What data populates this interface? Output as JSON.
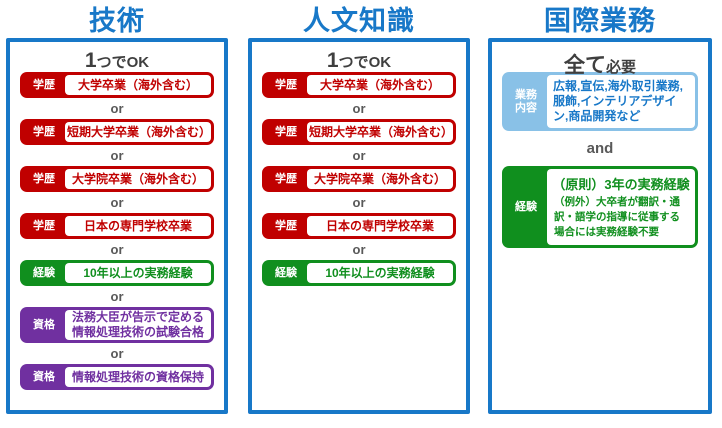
{
  "colors": {
    "blue": "#1878c8",
    "red": "#c00000",
    "green": "#108f1e",
    "purple": "#7030a0",
    "light_blue": "#89c1e7",
    "header_text": "#3f3f3f",
    "separator_text": "#595959"
  },
  "columns": [
    {
      "title": "技術",
      "header_big": "1",
      "header_small": "つでOK",
      "separator": "or",
      "items": [
        {
          "label": "学歴",
          "text": "大学卒業（海外含む）",
          "color": "red"
        },
        {
          "label": "学歴",
          "text": "短期大学卒業（海外含む）",
          "color": "red"
        },
        {
          "label": "学歴",
          "text": "大学院卒業（海外含む）",
          "color": "red"
        },
        {
          "label": "学歴",
          "text": "日本の専門学校卒業",
          "color": "red"
        },
        {
          "label": "経験",
          "text": "10年以上の実務経験",
          "color": "green"
        },
        {
          "label": "資格",
          "text": "法務大臣が告示で定める\n情報処理技術の試験合格",
          "color": "purple"
        },
        {
          "label": "資格",
          "text": "情報処理技術の資格保持",
          "color": "purple"
        }
      ]
    },
    {
      "title": "人文知識",
      "header_big": "1",
      "header_small": "つでOK",
      "separator": "or",
      "items": [
        {
          "label": "学歴",
          "text": "大学卒業（海外含む）",
          "color": "red"
        },
        {
          "label": "学歴",
          "text": "短期大学卒業（海外含む）",
          "color": "red"
        },
        {
          "label": "学歴",
          "text": "大学院卒業（海外含む）",
          "color": "red"
        },
        {
          "label": "学歴",
          "text": "日本の専門学校卒業",
          "color": "red"
        },
        {
          "label": "経験",
          "text": "10年以上の実務経験",
          "color": "green"
        }
      ]
    },
    {
      "title": "国際業務",
      "header_big": "全て",
      "header_small": "必要",
      "separator": "and",
      "items": [
        {
          "label": "業務\n内容",
          "text": "広報,宣伝,海外取引業務,服飾,インテリアデザイン,商品開発など",
          "color": "lightblue"
        },
        {
          "label": "経験",
          "text_main": "（原則）3年の実務経験",
          "text_sub": "（例外）大卒者が翻訳・通訳・語学の指導に従事する場合には実務経験不要",
          "color": "green"
        }
      ]
    }
  ]
}
